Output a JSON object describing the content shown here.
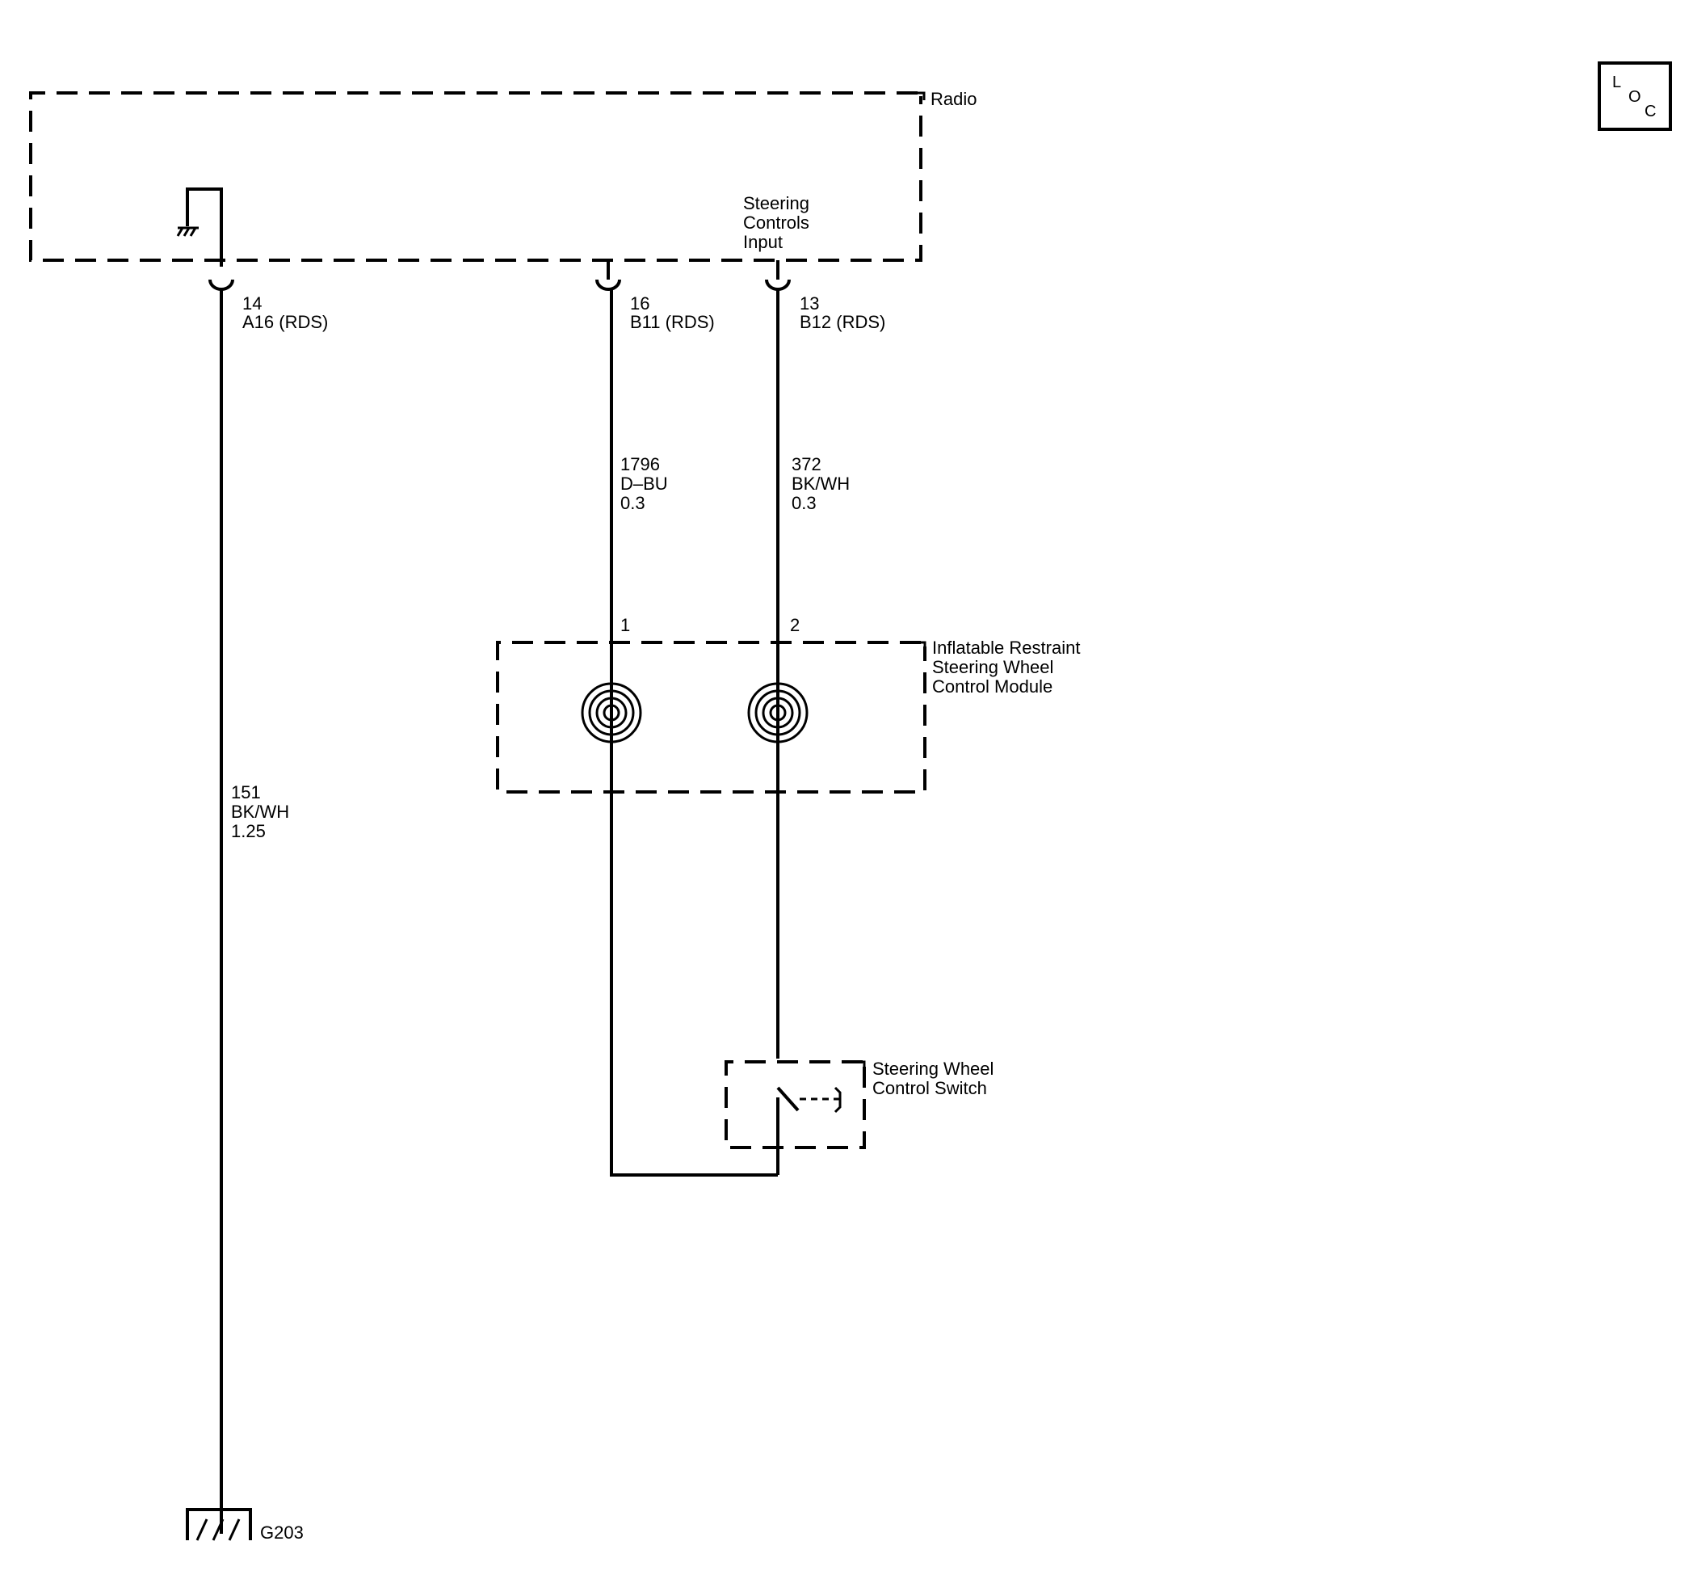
{
  "components": {
    "radio": {
      "label": "Radio",
      "input_label": [
        "Steering",
        "Controls",
        "Input"
      ]
    },
    "sir_module": {
      "label": [
        "Inflatable Restraint",
        "Steering Wheel",
        "Control Module"
      ]
    },
    "control_switch": {
      "label": [
        "Steering Wheel",
        "Control Switch"
      ]
    },
    "ground": {
      "label": "G203"
    }
  },
  "pins": {
    "p14": [
      "14",
      "A16 (RDS)"
    ],
    "p16": [
      "16",
      "B11 (RDS)"
    ],
    "p13": [
      "13",
      "B12 (RDS)"
    ],
    "sir_pin1": "1",
    "sir_pin2": "2"
  },
  "wires": {
    "w151": [
      "151",
      "BK/WH",
      "1.25"
    ],
    "w1796": [
      "1796",
      "D–BU",
      "0.3"
    ],
    "w372": [
      "372",
      "BK/WH",
      "0.3"
    ]
  },
  "loc": {
    "l": "L",
    "o": "O",
    "c": "C"
  }
}
